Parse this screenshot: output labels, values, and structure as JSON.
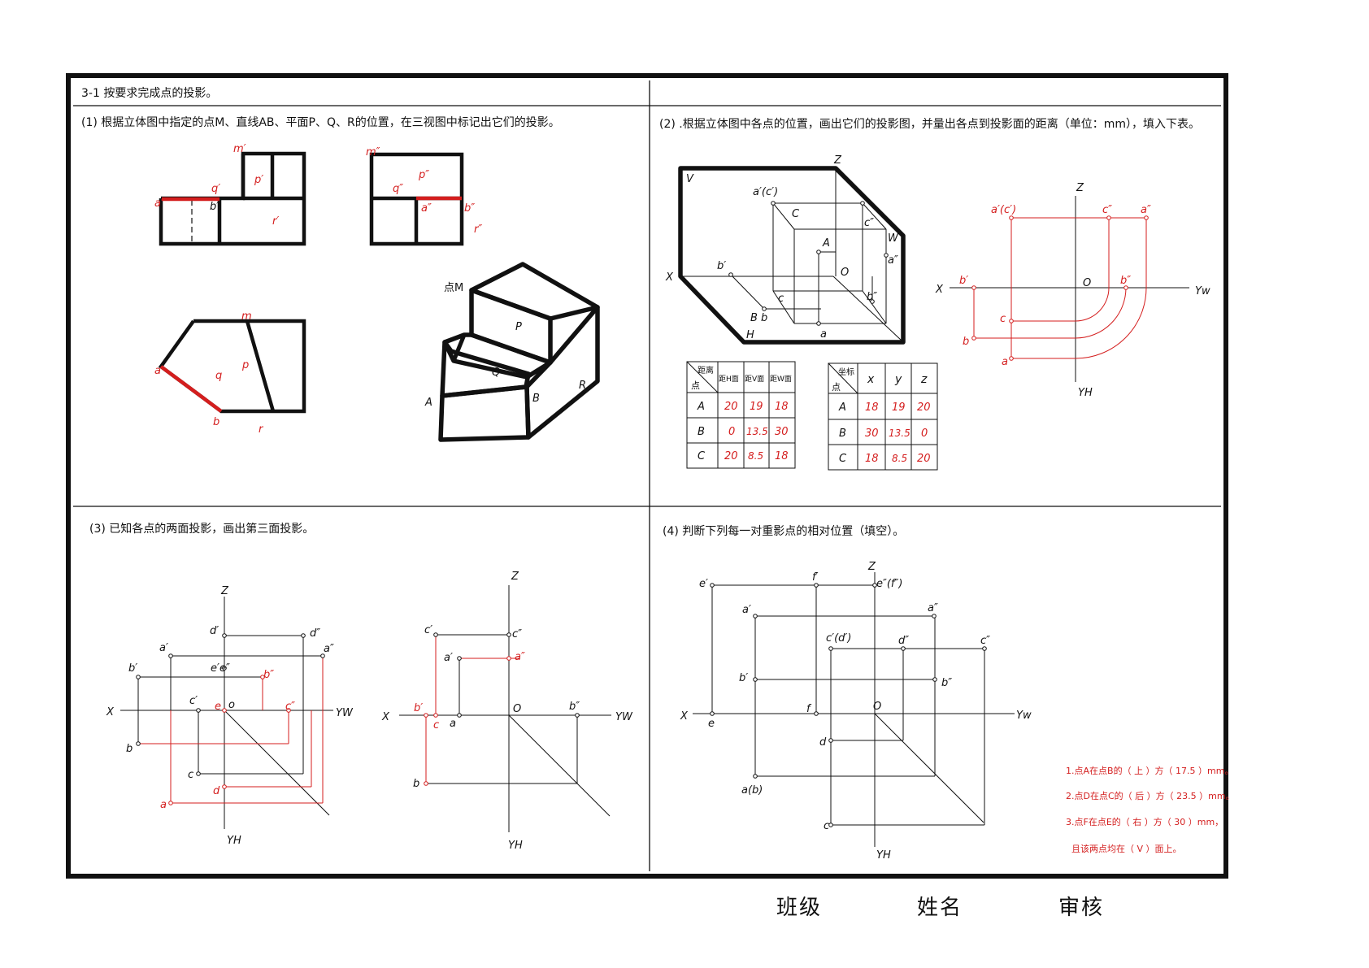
{
  "exercise": {
    "title": "3-1 按要求完成点的投影。",
    "q1": "(1) 根据立体图中指定的点M、直线AB、平面P、Q、R的位置，在三视图中标记出它们的投影。",
    "q2": "(2) .根据立体图中各点的位置，画出它们的投影图，并量出各点到投影面的距离（单位：mm），填入下表。",
    "q3": "(3) 已知各点的两面投影，画出第三面投影。",
    "q4": "(4) 判断下列每一对重影点的相对位置（填空）。"
  },
  "p1": {
    "front_labels": [
      "m′",
      "q′",
      "p′",
      "a′",
      "b′",
      "r′"
    ],
    "side_labels": [
      "m″",
      "p″",
      "q″",
      "a″",
      "b″",
      "r″"
    ],
    "top_labels": [
      "m",
      "p",
      "q",
      "a",
      "b",
      "r"
    ],
    "iso_labels": [
      "点M",
      "P",
      "Q",
      "A",
      "B",
      "R"
    ]
  },
  "p2": {
    "iso_labels": [
      "Z",
      "V",
      "W",
      "X",
      "a′(c′)",
      "C",
      "A",
      "O",
      "c″",
      "a″",
      "b′",
      "c",
      "b″",
      "B b",
      "a",
      "H"
    ],
    "proj_labels": [
      "Z",
      "X",
      "O",
      "Yw",
      "YH",
      "a′(c′)",
      "c″",
      "a″",
      "b′",
      "b″",
      "c",
      "b",
      "a"
    ],
    "dist_table": {
      "corner_top": "距离",
      "corner_bottom": "点",
      "headers": [
        "距H面",
        "距V面",
        "距W面"
      ],
      "rows": [
        {
          "point": "A",
          "values": [
            "20",
            "19",
            "18"
          ]
        },
        {
          "point": "B",
          "values": [
            "0",
            "13.5",
            "30"
          ]
        },
        {
          "point": "C",
          "values": [
            "20",
            "8.5",
            "18"
          ]
        }
      ]
    },
    "coord_table": {
      "corner_top": "坐标",
      "corner_bottom": "点",
      "headers": [
        "x",
        "y",
        "z"
      ],
      "rows": [
        {
          "point": "A",
          "values": [
            "18",
            "19",
            "20"
          ]
        },
        {
          "point": "B",
          "values": [
            "30",
            "13.5",
            "0"
          ]
        },
        {
          "point": "C",
          "values": [
            "18",
            "8.5",
            "20"
          ]
        }
      ]
    }
  },
  "p3": {
    "left_labels": [
      "Z",
      "X",
      "YW",
      "YH",
      "o",
      "d′",
      "d″",
      "a′",
      "a″",
      "b′",
      "e′e″",
      "b″",
      "c′",
      "e",
      "c″",
      "b",
      "c",
      "d",
      "a"
    ],
    "right_labels": [
      "Z",
      "X",
      "YW",
      "YH",
      "O",
      "c′",
      "c″",
      "a′",
      "a″",
      "b′",
      "c",
      "a",
      "b″",
      "b"
    ]
  },
  "p4": {
    "labels": [
      "Z",
      "X",
      "O",
      "Yw",
      "YH",
      "e′",
      "f′",
      "e″(f″)",
      "a′",
      "a″",
      "c′(d′)",
      "d″",
      "c″",
      "b′",
      "b″",
      "f",
      "e",
      "d",
      "a(b)",
      "c"
    ],
    "answers": [
      "1.点A在点B的（ 上 ）方（ 17.5 ）mm。",
      "2.点D在点C的（ 后 ）方（ 23.5 ）mm。",
      "3.点F在点E的（ 右 ）方（ 30 ）mm，",
      "且该两点均在（ V ）面上。"
    ]
  },
  "footer": {
    "class_label": "班级",
    "name_label": "姓名",
    "review_label": "审核"
  },
  "colors": {
    "ink": "#111111",
    "accent_red": "#d41e1e"
  }
}
